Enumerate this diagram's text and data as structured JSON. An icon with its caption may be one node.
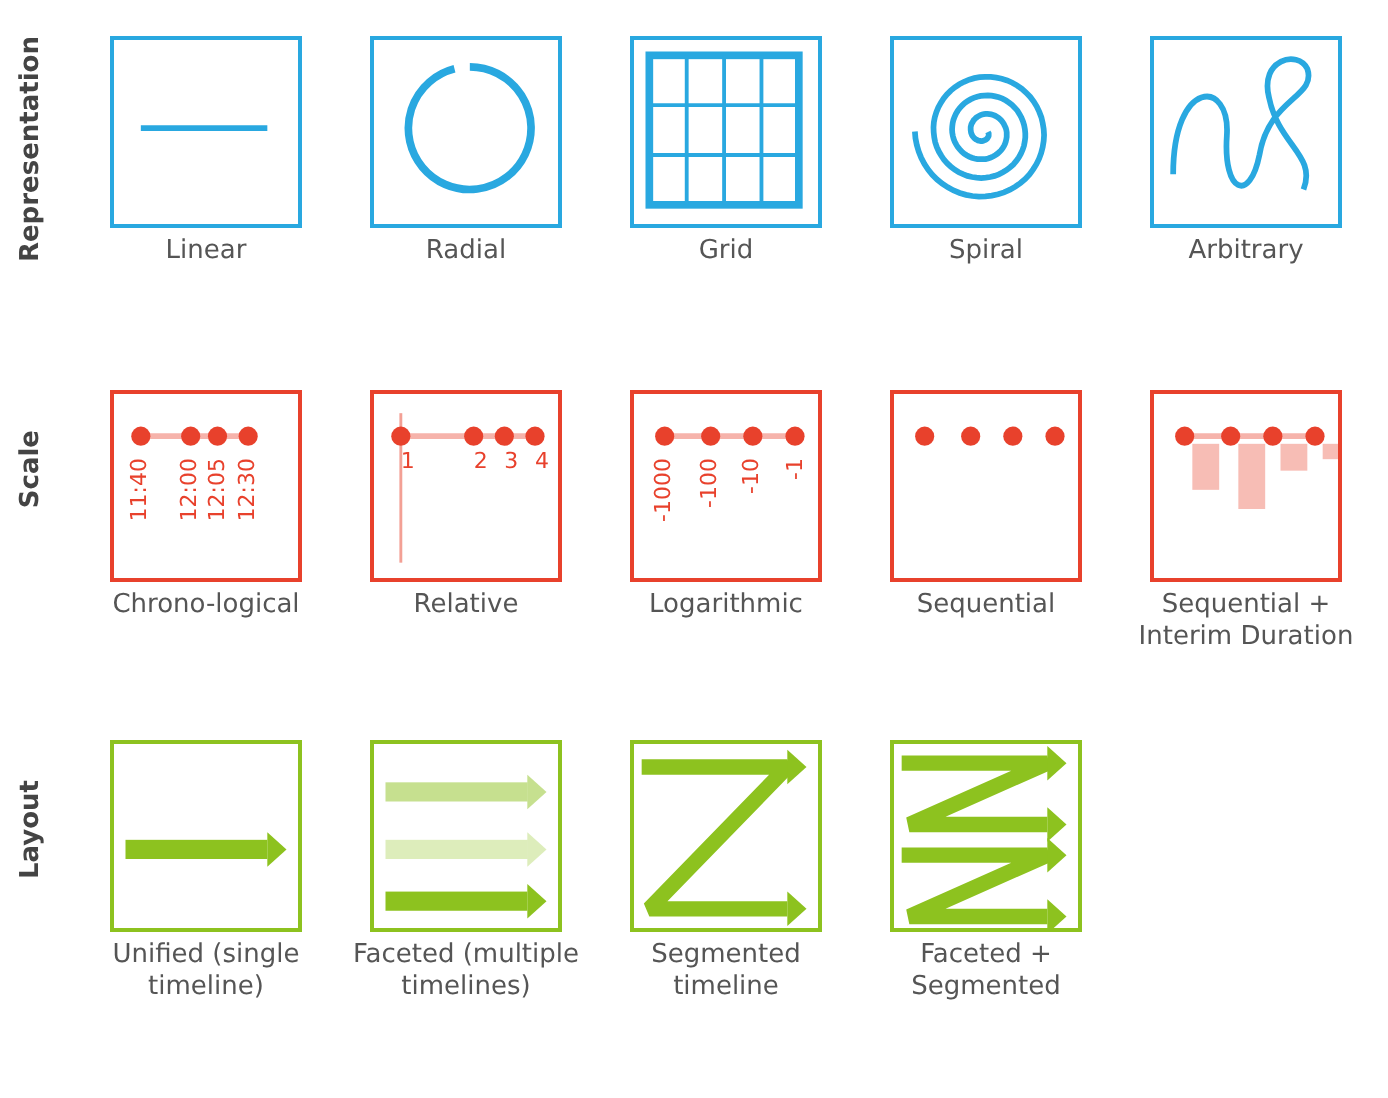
{
  "diagram": {
    "nodes": [
      {
        "text": [
          "Linear"
        ]
      },
      {
        "text": [
          "Radial"
        ]
      },
      {
        "text": [
          "Grid"
        ]
      },
      {
        "text": [
          "Spiral"
        ]
      },
      {
        "text": [
          "Arbitrary"
        ]
      },
      {
        "text": [
          "11:40",
          "12:00",
          "12:05",
          "12:30",
          "Chrono-logical"
        ]
      },
      {
        "text": [
          "1",
          "2",
          "3",
          "4",
          "Relative"
        ]
      },
      {
        "text": [
          "-1000",
          "-100",
          "-10",
          "-1",
          "Logarithmic"
        ]
      },
      {
        "text": [
          "Sequential"
        ]
      },
      {
        "text": [
          "Sequential + Interim Duration"
        ]
      },
      {
        "text": [
          "Unified (single timeline)"
        ]
      },
      {
        "text": [
          "Faceted (multiple timelines)"
        ]
      },
      {
        "text": [
          "Segmented timeline"
        ]
      },
      {
        "text": [
          "Faceted + Segmented"
        ]
      }
    ],
    "edges": [],
    "labels": [
      "Representation",
      "Scale",
      "Layout"
    ]
  }
}
